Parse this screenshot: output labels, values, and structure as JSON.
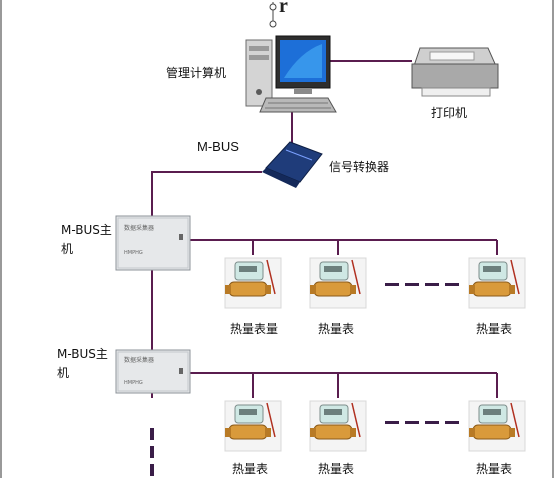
{
  "labels": {
    "computer": "管理计算机",
    "printer": "打印机",
    "bus_link": "M-BUS",
    "converter": "信号转换器",
    "host1_line1": "M-BUS主",
    "host1_line2": "机",
    "host2_line1": "M-BUS主",
    "host2_line2": "机",
    "host_panel_title": "数据采集器",
    "host_panel_brand": "HMPHG",
    "top_mark": "r"
  },
  "meters_row1": [
    "热量表量",
    "热量表",
    "热量表"
  ],
  "meters_row2": [
    "热量表",
    "热量表",
    "热量表"
  ],
  "colors": {
    "bus_line": "#5a1d4f",
    "dash": "#3a1d48",
    "pc_screen": "#1d6fd8",
    "meter_body": "#d99a3b",
    "meter_face": "#cfe8e4"
  }
}
